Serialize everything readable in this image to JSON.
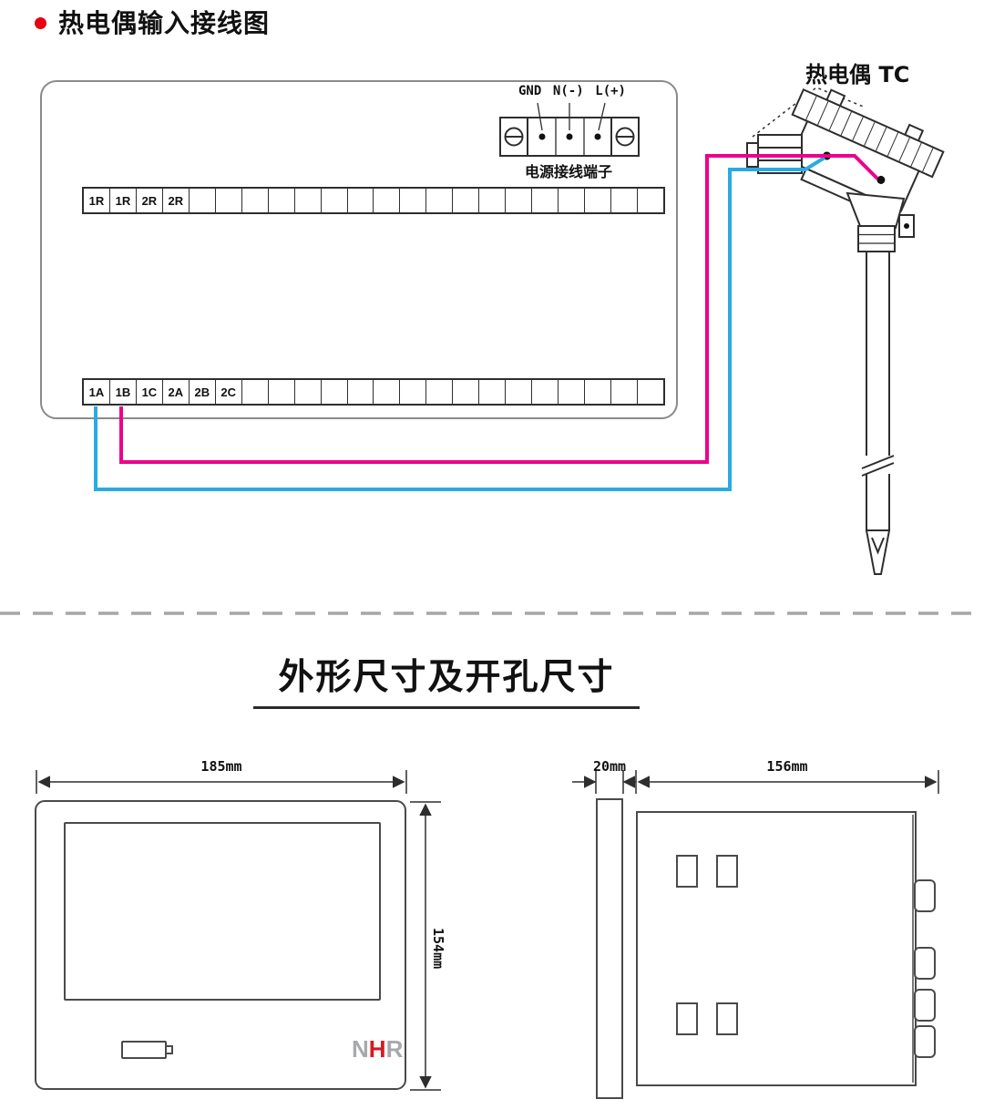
{
  "wiring_section": {
    "title": "热电偶输入接线图",
    "power_terminal": {
      "label_gnd": "GND",
      "label_n": "N(-)",
      "label_l": "L(+)",
      "caption": "电源接线端子"
    },
    "top_strip": {
      "labels": [
        "1R",
        "1R",
        "2R",
        "2R"
      ],
      "total_cells": 22
    },
    "bottom_strip": {
      "labels": [
        "1A",
        "1B",
        "1C",
        "2A",
        "2B",
        "2C"
      ],
      "total_cells": 22
    },
    "thermocouple": {
      "label": "热电偶 TC"
    },
    "wires": {
      "wire_1a_color": "#29ABE2",
      "wire_1b_color": "#EC008C"
    }
  },
  "dimensions_section": {
    "title": "外形尺寸及开孔尺寸",
    "front_view": {
      "width": "185mm",
      "height": "154mm",
      "logo_letters": [
        "N",
        "H",
        "R"
      ],
      "logo_colors": [
        "#A7A9AC",
        "#D71920",
        "#A7A9AC"
      ]
    },
    "side_view": {
      "bezel_width": "20mm",
      "depth": "156mm"
    }
  },
  "colors": {
    "bullet": "#E60012",
    "line": "#2e2e2e"
  }
}
